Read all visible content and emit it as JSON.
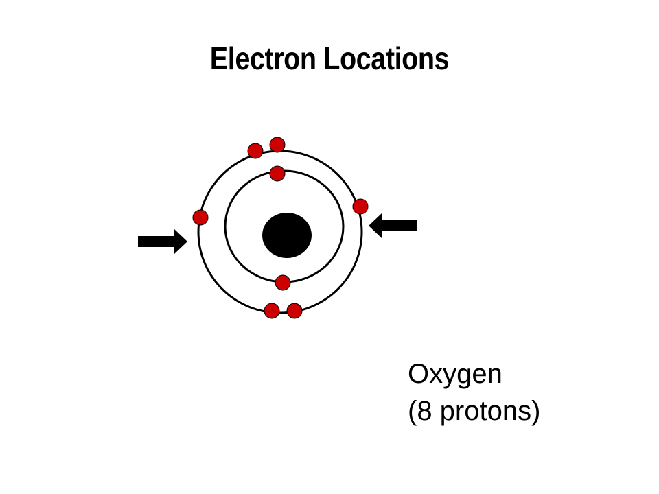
{
  "slide": {
    "title": "Electron Locations",
    "element_name": "Oxygen",
    "protons_text": "(8 protons)"
  },
  "diagram": {
    "electron_color": "#cc0000",
    "nucleus_color": "#000000",
    "inner_shell_electrons": 2,
    "outer_shell_electrons": 6
  }
}
